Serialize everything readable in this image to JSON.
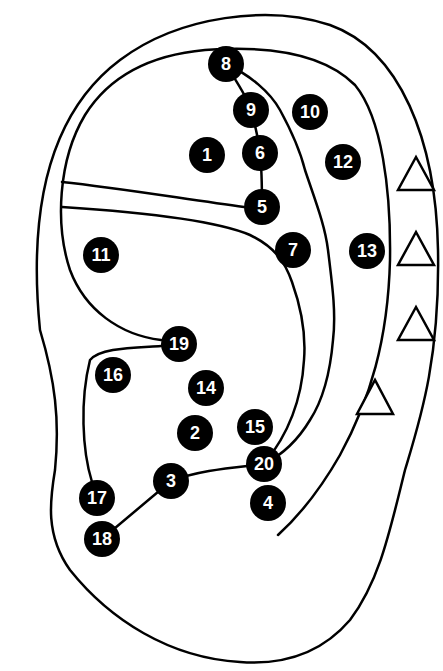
{
  "diagram": {
    "nodes": [
      {
        "text": [
          "8"
        ]
      },
      {
        "text": [
          "9"
        ]
      },
      {
        "text": [
          "10"
        ]
      },
      {
        "text": [
          "1"
        ]
      },
      {
        "text": [
          "6"
        ]
      },
      {
        "text": [
          "12"
        ]
      },
      {
        "text": [
          "5"
        ]
      },
      {
        "text": [
          "11"
        ]
      },
      {
        "text": [
          "7"
        ]
      },
      {
        "text": [
          "13"
        ]
      },
      {
        "text": [
          "19"
        ]
      },
      {
        "text": [
          "16"
        ]
      },
      {
        "text": [
          "14"
        ]
      },
      {
        "text": [
          "15"
        ]
      },
      {
        "text": [
          "2"
        ]
      },
      {
        "text": [
          "20"
        ]
      },
      {
        "text": [
          "3"
        ]
      },
      {
        "text": [
          "17"
        ]
      },
      {
        "text": [
          "4"
        ]
      },
      {
        "text": [
          "18"
        ]
      }
    ]
  }
}
